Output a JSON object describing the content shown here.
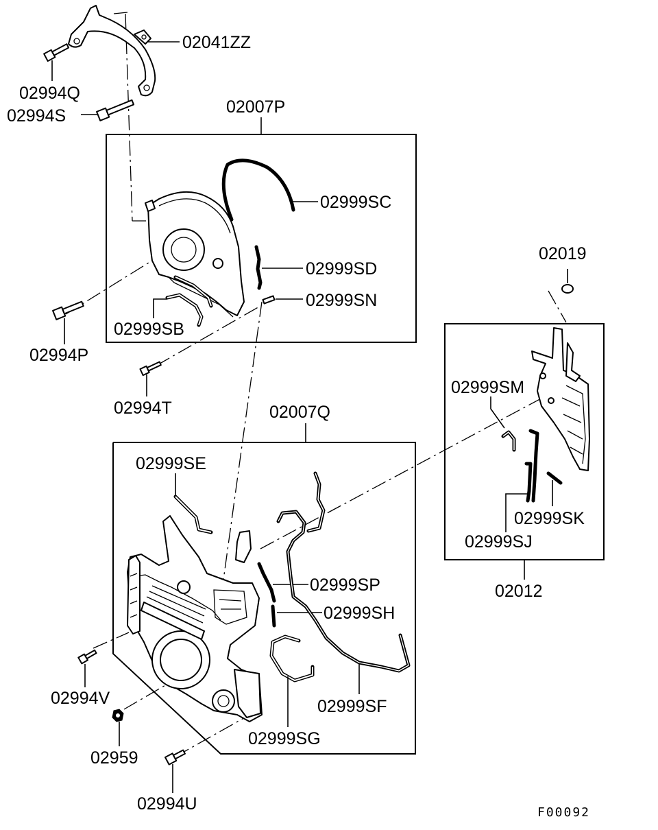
{
  "diagram_ref": "F00092",
  "groups": {
    "upper_cover_kit": "02007P",
    "lower_cover_kit": "02007Q",
    "rear_cover_kit": "02012"
  },
  "parts": {
    "bracket": "02041ZZ",
    "bolt_q": "02994Q",
    "bolt_s": "02994S",
    "gasket_sc": "02999SC",
    "gasket_sd": "02999SD",
    "gasket_sn": "02999SN",
    "gasket_sb": "02999SB",
    "bolt_p": "02994P",
    "bolt_t": "02994T",
    "plug": "02019",
    "gasket_sm": "02999SM",
    "gasket_sk": "02999SK",
    "gasket_sj": "02999SJ",
    "gasket_se": "02999SE",
    "gasket_sp": "02999SP",
    "gasket_sh": "02999SH",
    "gasket_sf": "02999SF",
    "gasket_sg": "02999SG",
    "bolt_v": "02994V",
    "nut": "02959",
    "bolt_u": "02994U"
  }
}
